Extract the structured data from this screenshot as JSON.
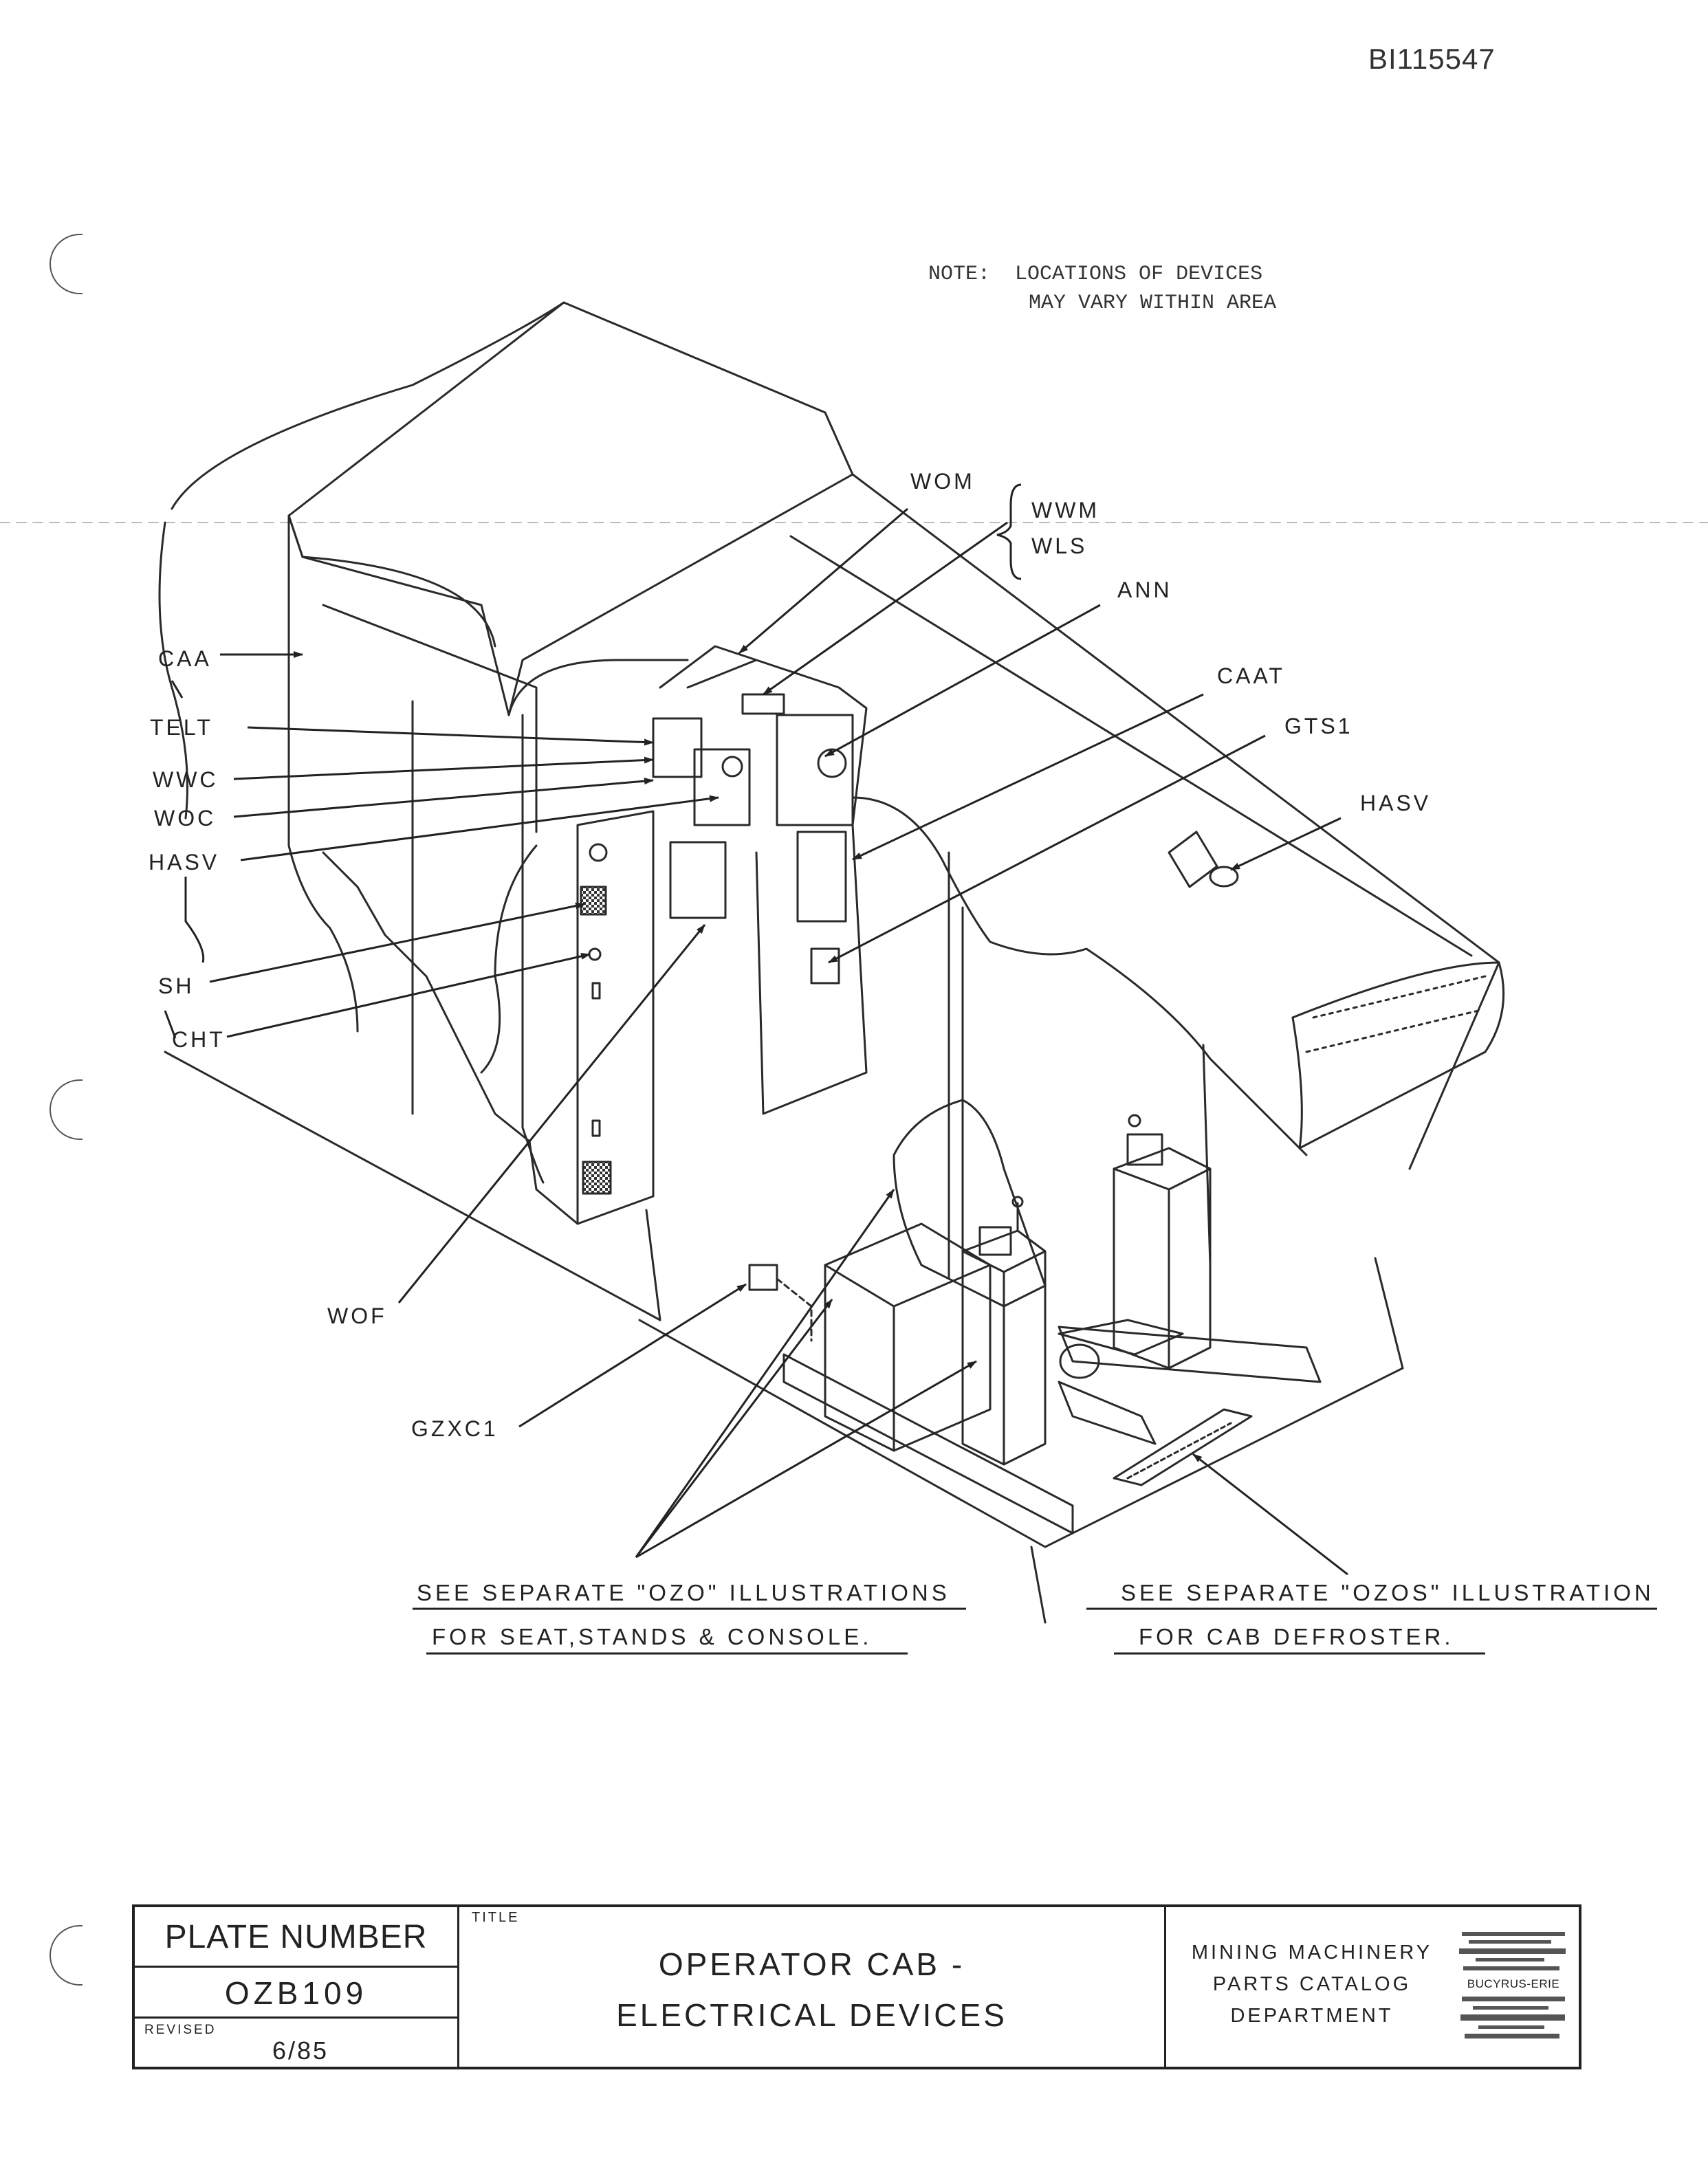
{
  "document_id": "BI115547",
  "note": {
    "prefix": "NOTE:",
    "line1": "LOCATIONS OF DEVICES",
    "line2": "MAY VARY WITHIN AREA"
  },
  "labels": {
    "wom": "WOM",
    "wwm": "WWM",
    "wls": "WLS",
    "ann": "ANN",
    "caat": "CAAT",
    "gts1": "GTS1",
    "hasv_right": "HASV",
    "caa": "CAA",
    "telt": "TELT",
    "wwc": "WWC",
    "woc": "WOC",
    "hasv_left": "HASV",
    "sh": "SH",
    "cht": "CHT",
    "wof": "WOF",
    "gzxc1": "GZXC1"
  },
  "references": {
    "ozo_line1": "SEE SEPARATE \"OZO\" ILLUSTRATIONS",
    "ozo_line2": "FOR SEAT,STANDS & CONSOLE.",
    "ozos_line1": "SEE SEPARATE \"OZOS\" ILLUSTRATION",
    "ozos_line2": "FOR CAB DEFROSTER."
  },
  "title_block": {
    "plate_label": "PLATE NUMBER",
    "plate_number": "OZB109",
    "revised_label": "REVISED",
    "revised_value": "6/85",
    "title_label": "TITLE",
    "title_line1": "OPERATOR CAB -",
    "title_line2": "ELECTRICAL DEVICES",
    "dept_line1": "MINING MACHINERY",
    "dept_line2": "PARTS CATALOG",
    "dept_line3": "DEPARTMENT",
    "logo_text": "BUCYRUS-ERIE"
  }
}
